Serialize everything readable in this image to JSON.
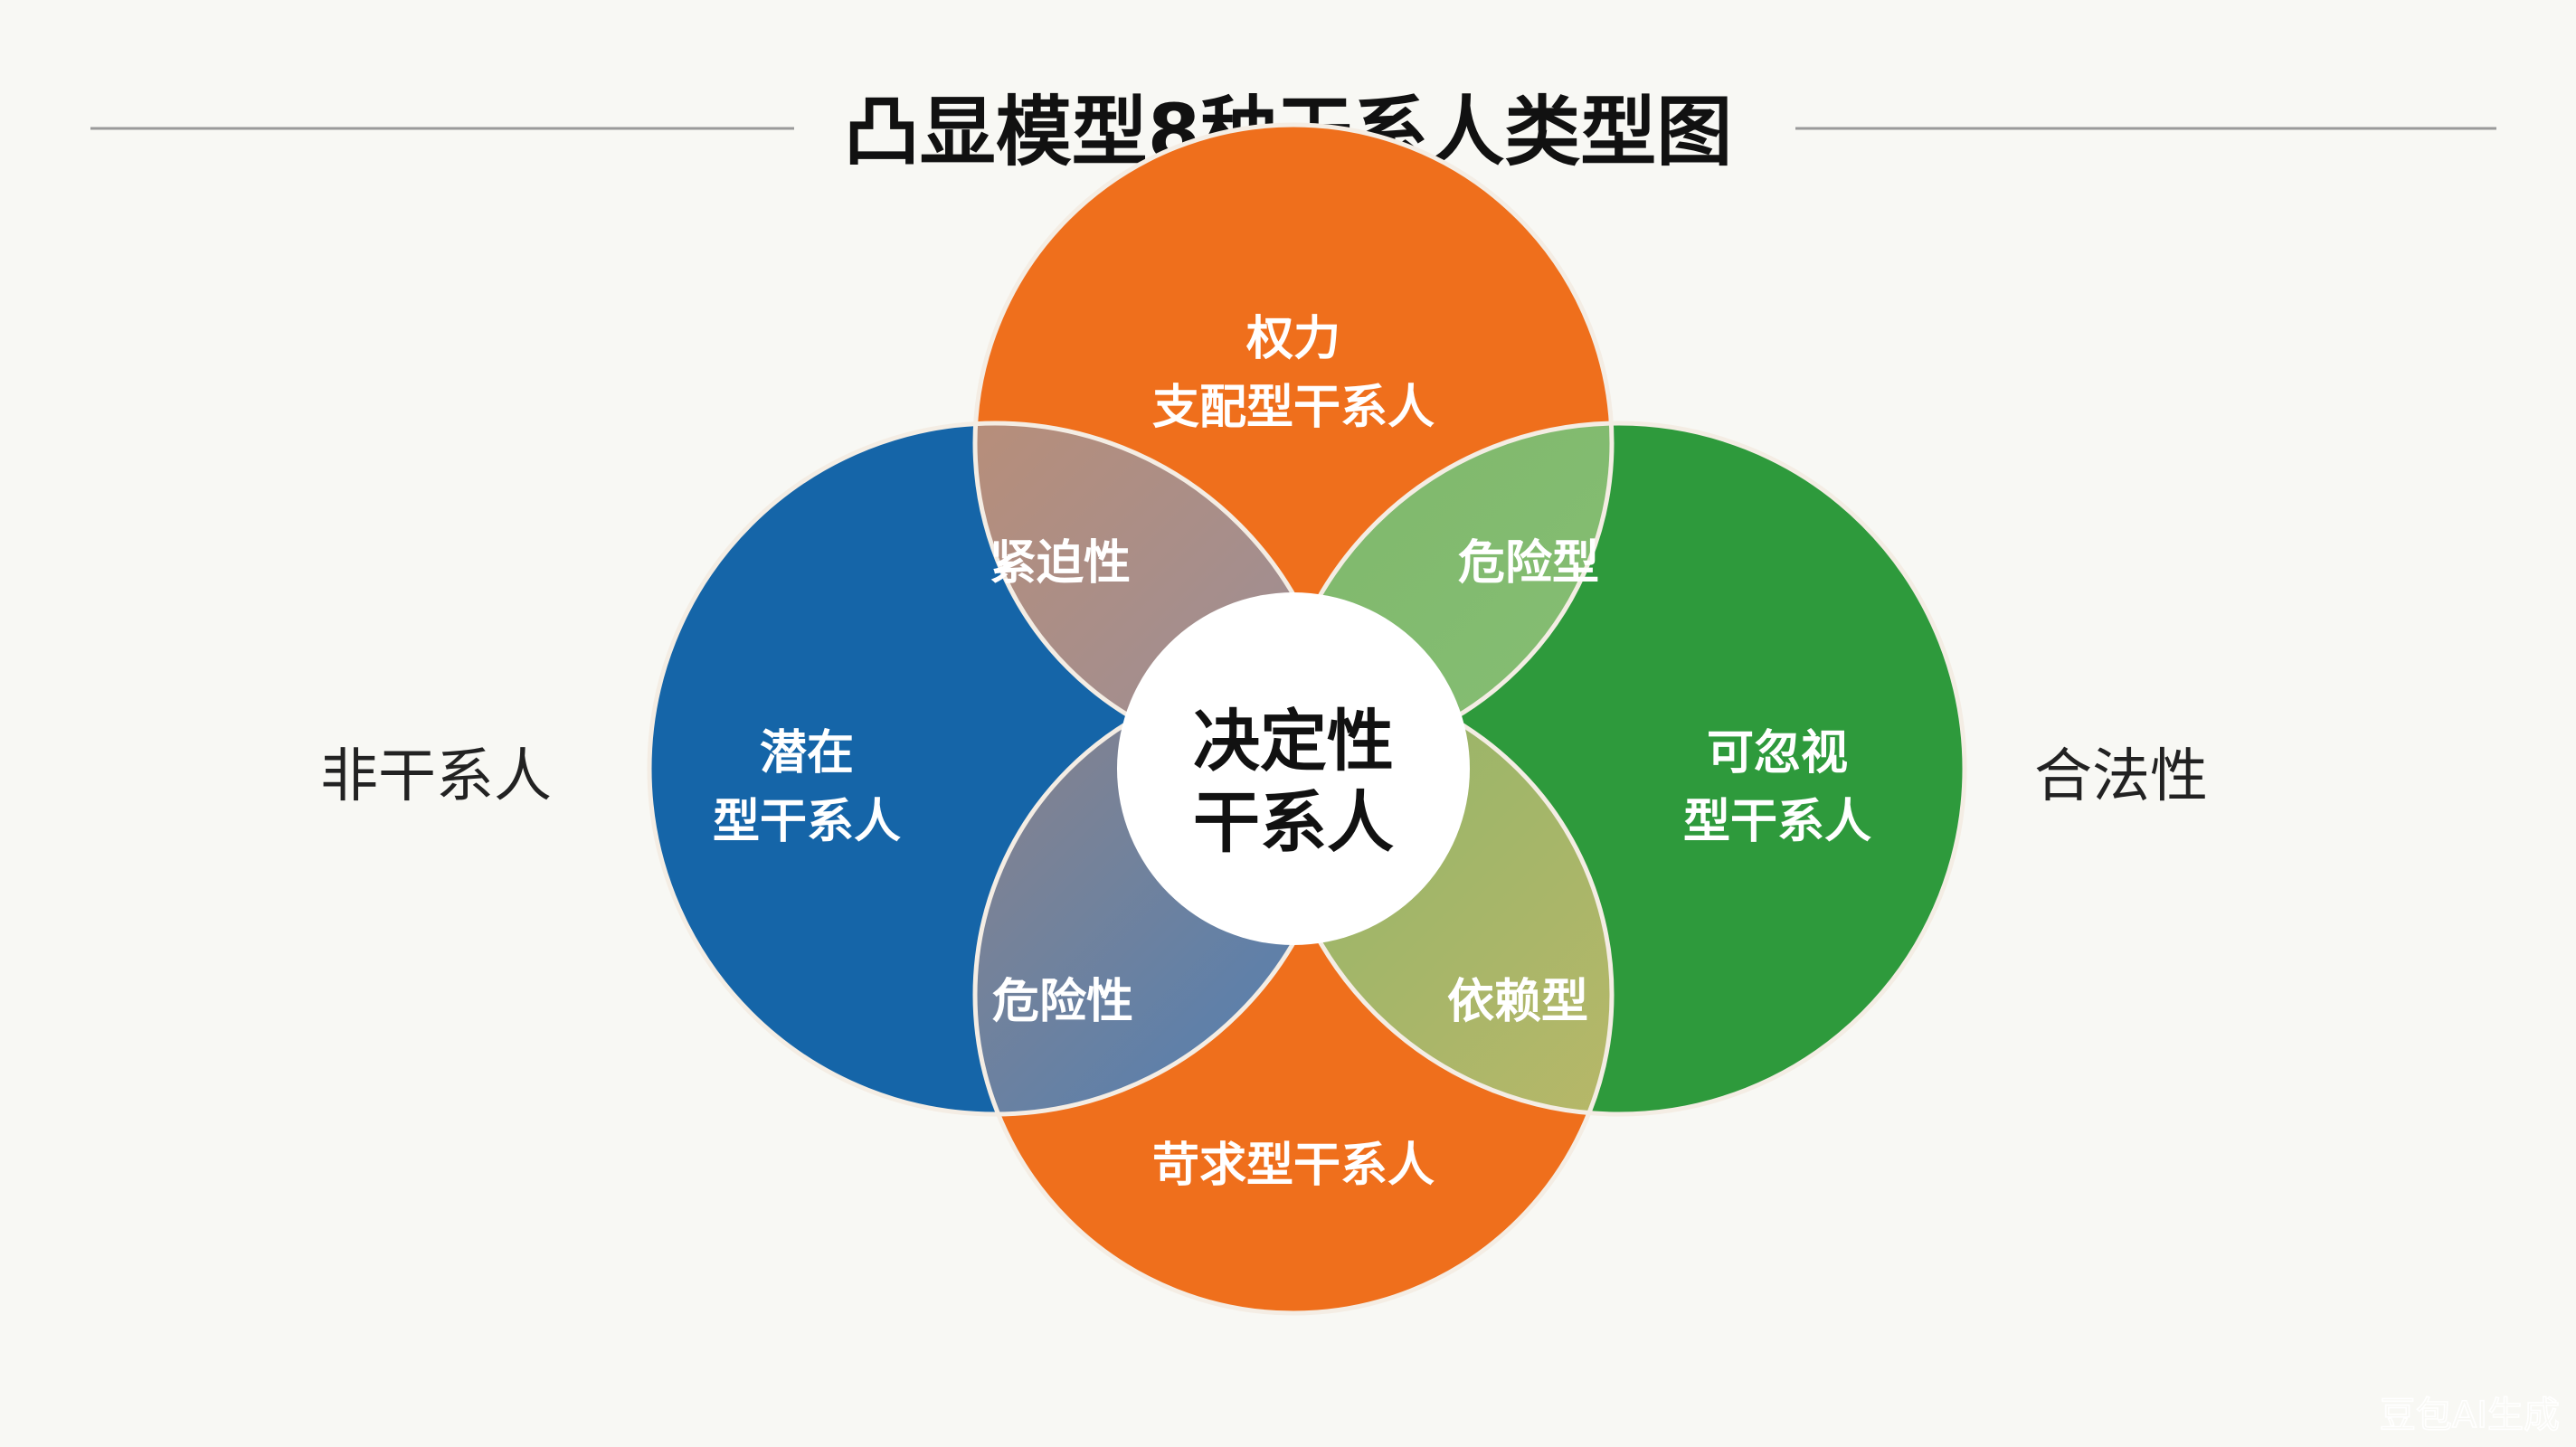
{
  "title": "凸显模型8种干系人类型图",
  "side_labels": {
    "left": "非干系人",
    "right": "合法性"
  },
  "circles": {
    "top": {
      "line1": "权力",
      "line2": "支配型干系人",
      "color": "#ef6f1c"
    },
    "left": {
      "line1": "潜在",
      "line2": "型干系人",
      "color": "#1565a8"
    },
    "right": {
      "line1": "可忽视",
      "line2": "型干系人",
      "color": "#2e9a3c"
    },
    "bottom": {
      "line1": "苛求型干系人",
      "color": "#ef6f1c"
    }
  },
  "overlaps": {
    "top_left": "紧迫性",
    "top_right": "危险型",
    "bottom_left": "危险性",
    "bottom_right": "依赖型"
  },
  "center": {
    "line1": "决定性",
    "line2": "干系人"
  },
  "watermark": "豆包AI生成"
}
